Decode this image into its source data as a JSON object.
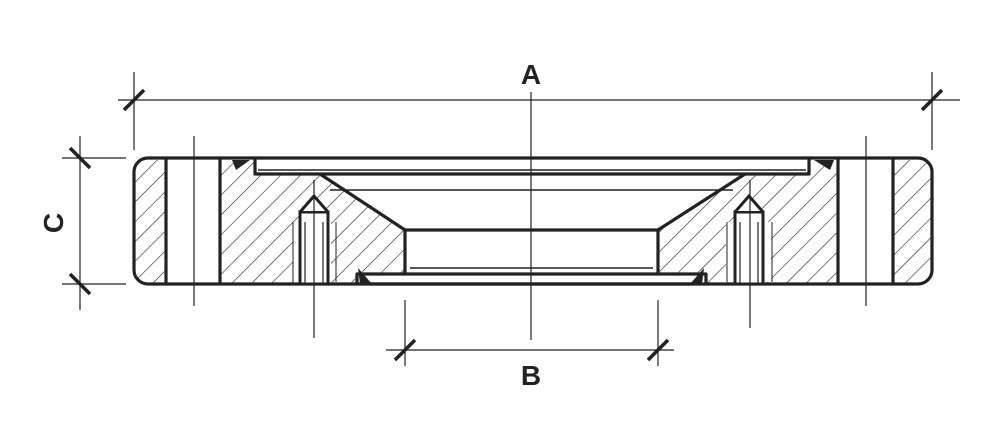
{
  "dimensions": {
    "overall_diameter_label": "A",
    "bore_diameter_label": "B",
    "thickness_label": "C"
  },
  "colors": {
    "line": "#222222",
    "background": "#ffffff"
  }
}
